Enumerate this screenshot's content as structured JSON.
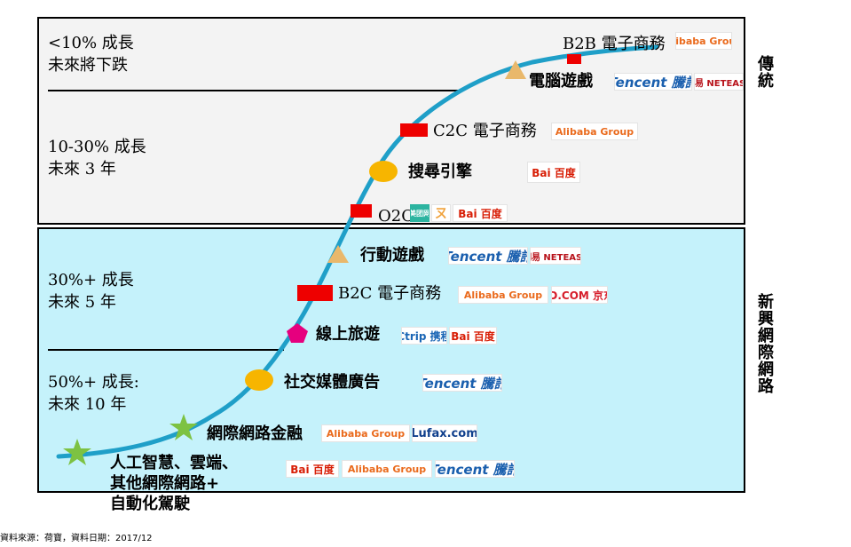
{
  "growth_tiers": [
    {
      "line1": "<10% 成長",
      "line2": "未來將下跌"
    },
    {
      "line1": "10-30% 成長",
      "line2": "未來 3 年"
    },
    {
      "line1": "30%+ 成長",
      "line2": "未來 5 年"
    },
    {
      "line1": "50%+ 成長:",
      "line2": "未來 10 年"
    }
  ],
  "sections": {
    "traditional": "傳統",
    "new_internet": "新興網際網路"
  },
  "milestones": {
    "b2b": "B2B 電子商務",
    "pc_games": "電腦遊戲",
    "c2c": "C2C 電子商務",
    "search": "搜尋引擎",
    "o2o": "O2O",
    "mobile_games": "行動遊戲",
    "b2c": "B2C 電子商務",
    "online_travel": "線上旅遊",
    "social_ads": "社交媒體廣告",
    "fintech": "網際網路金融",
    "ai_line1": "人工智慧、雲端、",
    "ai_line2": "其他網際網路+",
    "ai_line3": "自動化駕駛"
  },
  "logos": {
    "alibaba": "Alibaba Group",
    "tencent": "Tencent 騰訊",
    "netease": "網易 NETEASE",
    "baidu": "Bai 百度",
    "meituan": "美团网",
    "eleme": "ㄡ",
    "jd": "JD.COM 京东",
    "ctrip": "Ctrip 携程",
    "lufax": "Lufax.com"
  },
  "source_note": "資料來源：荷寶，資料日期：2017/12",
  "colors": {
    "curve": "#1f9fc8",
    "square": "#ee0000",
    "triangle": "#e9b86b",
    "circle": "#f7b500",
    "pentagon": "#e6007e",
    "star": "#7dc242",
    "traditional_bg": "#f3f3f3",
    "internet_bg": "#c5f2fb"
  }
}
